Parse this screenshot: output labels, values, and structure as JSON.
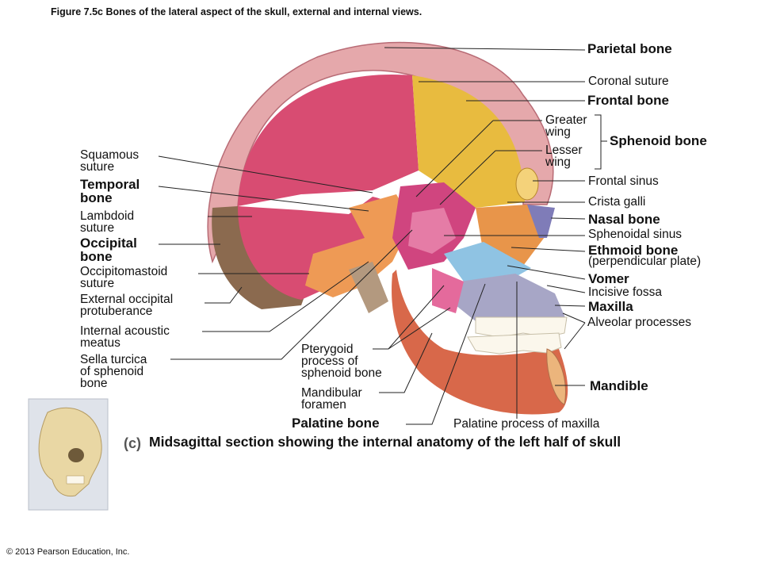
{
  "figure_caption": "Figure 7.5c  Bones of the lateral aspect of the skull, external and internal views.",
  "panel_letter": "(c)",
  "subtitle": "Midsagittal section showing the internal anatomy of the left half of skull",
  "copyright": "© 2013 Pearson Education, Inc.",
  "labels": {
    "parietal_bone": "Parietal bone",
    "coronal_suture": "Coronal suture",
    "frontal_bone": "Frontal bone",
    "greater_wing": "Greater\nwing",
    "lesser_wing": "Lesser\nwing",
    "sphenoid_bone": "Sphenoid bone",
    "frontal_sinus": "Frontal sinus",
    "crista_galli": "Crista galli",
    "nasal_bone": "Nasal bone",
    "sphenoidal_sinus": "Sphenoidal sinus",
    "ethmoid_bone": "Ethmoid bone",
    "ethmoid_sub": "(perpendicular plate)",
    "vomer": "Vomer",
    "incisive_fossa": "Incisive fossa",
    "maxilla": "Maxilla",
    "alveolar_processes": "Alveolar processes",
    "mandible": "Mandible",
    "palatine_process": "Palatine process of maxilla",
    "palatine_bone": "Palatine bone",
    "mandibular_foramen": "Mandibular\nforamen",
    "pterygoid_process": "Pterygoid\nprocess of\nsphenoid bone",
    "squamous_suture": "Squamous\nsuture",
    "temporal_bone": "Temporal\nbone",
    "lambdoid_suture": "Lambdoid\nsuture",
    "occipital_bone": "Occipital\nbone",
    "occipitomastoid_suture": "Occipitomastoid\nsuture",
    "external_occipital_protuberance": "External occipital\nprotuberance",
    "internal_acoustic_meatus": "Internal acoustic\nmeatus",
    "sella_turcica": "Sella turcica\nof sphenoid\nbone"
  },
  "colors": {
    "parietal": "#d84c72",
    "frontal": "#e6b83a",
    "skull_cut": "#e2a9a9",
    "occipital": "#8b6a4f",
    "temporal": "#ee9a55",
    "sphenoid": "#d0457f",
    "ethmoid": "#e8954a",
    "vomer": "#8fc3e3",
    "nasal": "#7f7cb8",
    "maxilla": "#a0a0c0",
    "mandible": "#d8684a",
    "teeth": "#fbf7ec"
  }
}
